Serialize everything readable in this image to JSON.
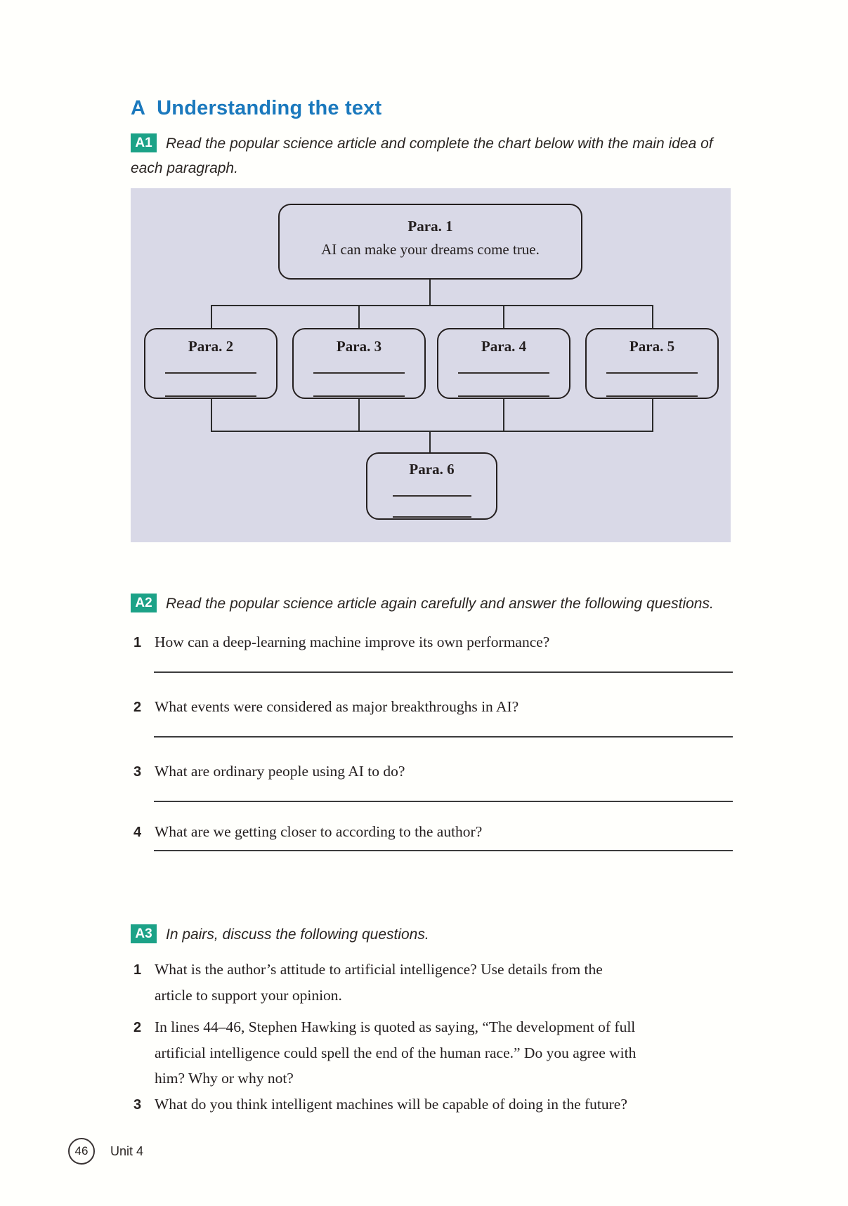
{
  "header": {
    "letter": "A",
    "title": "Understanding the text"
  },
  "a1": {
    "badge": "A1",
    "instruction": "Read the popular science article and complete the chart below with the main idea of\neach paragraph."
  },
  "flowchart": {
    "para1": {
      "title": "Para. 1",
      "text": "AI can make your dreams come true."
    },
    "boxes": [
      {
        "title": "Para. 2"
      },
      {
        "title": "Para. 3"
      },
      {
        "title": "Para. 4"
      },
      {
        "title": "Para. 5"
      }
    ],
    "para6": {
      "title": "Para. 6"
    }
  },
  "a2": {
    "badge": "A2",
    "instruction": "Read the popular science article again carefully and answer the following questions.",
    "questions": [
      {
        "num": "1",
        "text": "How can a deep-learning machine improve its own performance?"
      },
      {
        "num": "2",
        "text": "What events were considered as major breakthroughs in AI?"
      },
      {
        "num": "3",
        "text": "What are ordinary people using AI to do?"
      },
      {
        "num": "4",
        "text": "What are we getting closer to according to the author?"
      }
    ]
  },
  "a3": {
    "badge": "A3",
    "instruction": "In pairs, discuss the following questions.",
    "questions": [
      {
        "num": "1",
        "text": "What is the author’s attitude to artificial intelligence? Use details from the\narticle to support your opinion."
      },
      {
        "num": "2",
        "text": "In lines 44–46, Stephen Hawking is quoted as saying, “The development of full\nartificial intelligence could spell the end of the human race.” Do you agree with\nhim? Why or why not?"
      },
      {
        "num": "3",
        "text": "What do you think intelligent machines will be capable of doing in the future?"
      }
    ]
  },
  "footer": {
    "page_number": "46",
    "unit_label": "Unit 4"
  },
  "colors": {
    "heading_blue": "#1b79bd",
    "badge_teal": "#1ca287",
    "panel_lavender": "#d9d9e7",
    "ink": "#241f1f"
  }
}
